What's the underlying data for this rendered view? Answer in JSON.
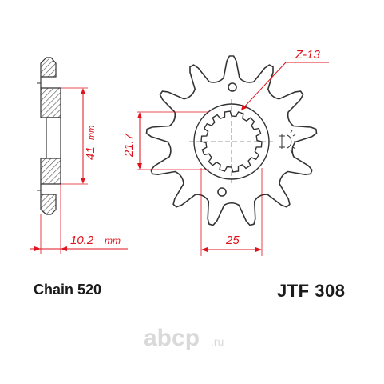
{
  "dimensions": {
    "teeth": "Z-13",
    "bore_width": "21.7",
    "bolt_spacing": "25",
    "height_value": "41",
    "height_unit": "mm",
    "thickness_value": "10.2",
    "thickness_unit": "mm"
  },
  "labels": {
    "chain": "Chain 520",
    "part_number": "JTF 308"
  },
  "watermark": {
    "brand": "abcp",
    "tld": ".ru"
  },
  "colors": {
    "dimension": "#e0131d",
    "outline": "#333333",
    "hatch": "#555555",
    "watermark": "#d9d9d9"
  }
}
